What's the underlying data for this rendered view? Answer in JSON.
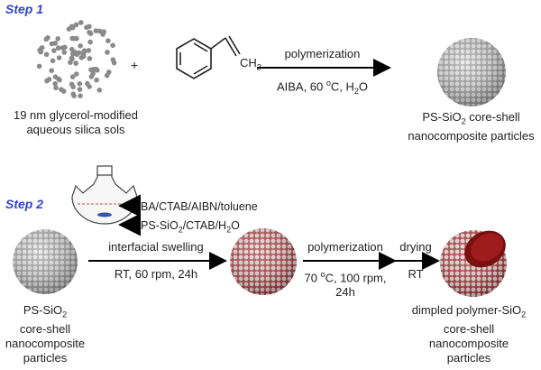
{
  "step1": {
    "label": "Step 1",
    "reactant_label_line1": "19 nm glycerol-modified",
    "reactant_label_line2": "aqueous silica sols",
    "plus": "+",
    "monomer_group_prefix": "CH",
    "monomer_group_sub": "2",
    "arrow_top": "polymerization",
    "arrow_bottom_prefix": "AIBA, 60 ",
    "arrow_bottom_o": "o",
    "arrow_bottom_c": "C, H",
    "arrow_bottom_sub": "2",
    "arrow_bottom_suffix": "O",
    "product_line1_prefix": "PS-SiO",
    "product_line1_sub": "2",
    "product_line1_suffix": " core-shell",
    "product_line2": "nanocomposite particles"
  },
  "step2": {
    "label": "Step 2",
    "flask_top_input": "BA/CTAB/AIBN/toluene",
    "flask_bottom_input_prefix": "PS-SiO",
    "flask_bottom_input_sub": "2",
    "flask_bottom_input_suffix": "/CTAB/H",
    "flask_bottom_input_sub2": "2",
    "flask_bottom_input_end": "O",
    "start_line1_prefix": "PS-SiO",
    "start_line1_sub": "2",
    "start_line2": "core-shell",
    "start_line3": "nanocomposite",
    "start_line4": "particles",
    "arrow1_top": "interfacial swelling",
    "arrow1_bottom": "RT, 60 rpm, 24h",
    "arrow2_top": "polymerization",
    "arrow2_bottom_line1_prefix": "70 ",
    "arrow2_bottom_o": "o",
    "arrow2_bottom_line1_suffix": "C, 100 rpm,",
    "arrow2_bottom_line2": "24h",
    "arrow3_top": "drying",
    "arrow3_bottom": "RT",
    "end_line1_prefix": "dimpled polymer-SiO",
    "end_line1_sub": "2",
    "end_line2": "core-shell",
    "end_line3": "nanocomposite",
    "end_line4": "particles"
  },
  "colors": {
    "step_label": "#3344cc",
    "silica": "#8a8a8a",
    "polymer_core": "#8b1a1a",
    "arrow": "#000000"
  }
}
